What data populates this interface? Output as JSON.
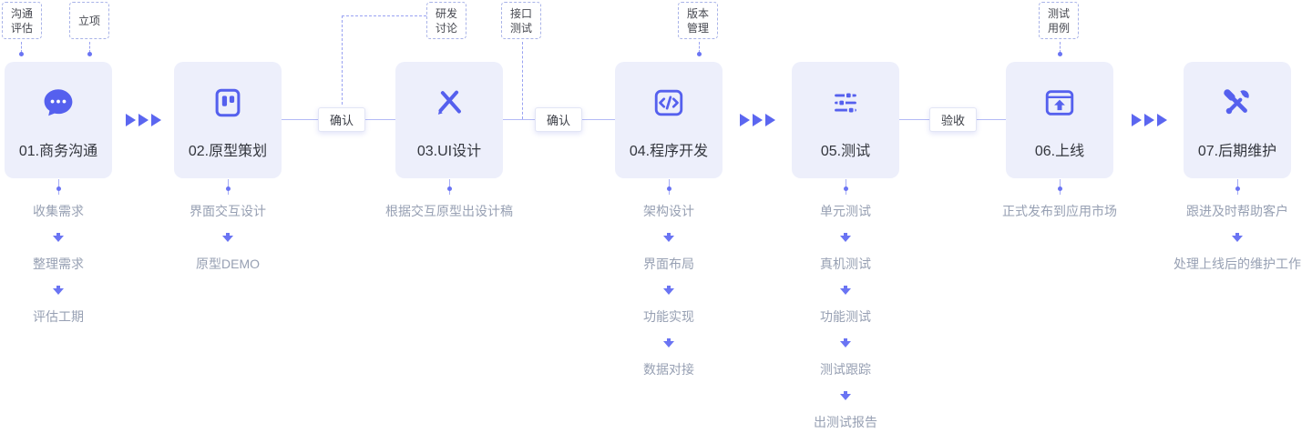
{
  "tags": [
    {
      "label": "沟通\n评估"
    },
    {
      "label": "立项"
    },
    {
      "label": "研发\n讨论"
    },
    {
      "label": "接口\n测试"
    },
    {
      "label": "版本\n管理"
    },
    {
      "label": "测试\n用例"
    }
  ],
  "connectors": {
    "confirm1": "确认",
    "confirm2": "确认",
    "accept": "验收"
  },
  "stages": [
    {
      "title": "01.商务沟通",
      "icon": "chat-dots-icon",
      "steps": [
        "收集需求",
        "整理需求",
        "评估工期"
      ]
    },
    {
      "title": "02.原型策划",
      "icon": "prototype-board-icon",
      "steps": [
        "界面交互设计",
        "原型DEMO"
      ]
    },
    {
      "title": "03.UI设计",
      "icon": "design-pen-icon",
      "steps": [
        "根据交互原型出设计稿"
      ]
    },
    {
      "title": "04.程序开发",
      "icon": "code-icon",
      "steps": [
        "架构设计",
        "界面布局",
        "功能实现",
        "数据对接"
      ]
    },
    {
      "title": "05.测试",
      "icon": "sliders-icon",
      "steps": [
        "单元测试",
        "真机测试",
        "功能测试",
        "测试跟踪",
        "出测试报告"
      ]
    },
    {
      "title": "06.上线",
      "icon": "launch-icon",
      "steps": [
        "正式发布到应用市场"
      ]
    },
    {
      "title": "07.后期维护",
      "icon": "tools-icon",
      "steps": [
        "跟进及时帮助客户",
        "处理上线后的维护工作"
      ]
    }
  ],
  "colors": {
    "accent": "#5560ee",
    "card_bg": "#edeffb",
    "muted_text": "#97a0b3",
    "line": "#99a2f2"
  }
}
